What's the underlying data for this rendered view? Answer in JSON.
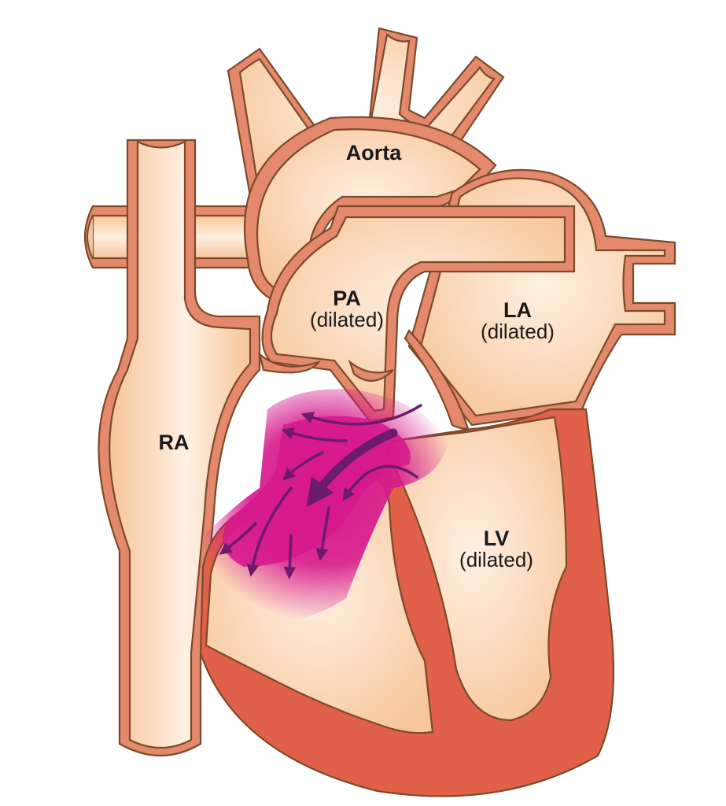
{
  "figure": {
    "subject": "Heart cross-section showing ventricular septal defect with left-to-right shunt",
    "background": "#ffffff"
  },
  "labels": {
    "aorta": {
      "name": "Aorta"
    },
    "pa": {
      "name": "PA",
      "note": "(dilated)"
    },
    "la": {
      "name": "LA",
      "note": "(dilated)"
    },
    "ra": {
      "name": "RA"
    },
    "lv": {
      "name": "LV",
      "note": "(dilated)"
    }
  },
  "colors": {
    "vessel_wall": "#e5896c",
    "outline": "#7a4a2a",
    "lumen_light": "#fde8d4",
    "lumen_mid": "#f9cfa6",
    "myocardium": "#e0604a",
    "myocardium_speckle": "#d24a6e",
    "shunt_glow": "#d6198c",
    "shunt_arrows": "#6b1a6e"
  },
  "icons": {
    "shunt_arrows": "arrow-flow-icon"
  }
}
